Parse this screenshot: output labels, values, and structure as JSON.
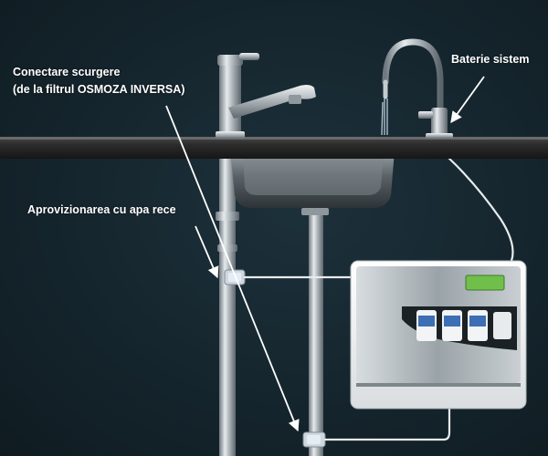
{
  "labels": {
    "faucet_system": "Baterie sistem",
    "drain_connection_line1": "Conectare scurgere",
    "drain_connection_line2": "(de la filtrul OSMOZA INVERSA)",
    "cold_water_supply": "Aprovizionarea cu apa rece"
  },
  "colors": {
    "background": "#15252d",
    "callout_text": "#ffffff",
    "arrow": "#ffffff",
    "countertop": "#2b2b2b",
    "steel": "#b9c0c4",
    "unit_body": "#e9ecee",
    "display": "#6fbf4a"
  },
  "icons": {
    "kitchen_faucet": "kitchen-faucet-icon",
    "filter_faucet": "filter-faucet-icon",
    "sink": "sink-icon",
    "ro_unit": "reverse-osmosis-unit-icon"
  }
}
